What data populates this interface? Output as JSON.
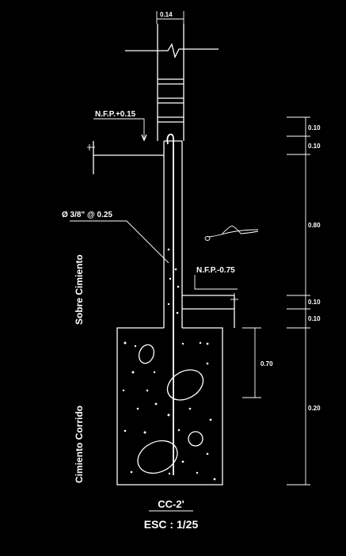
{
  "labels": {
    "wall_width": "0.14",
    "nfp_top": "N.F.P.+0.15",
    "rebar": "Ø 3/8\" @ 0.25",
    "nfp_bottom": "N.F.P.-0.75",
    "sobrecimiento": "Sobre Cimiento",
    "cimiento": "Cimiento Corrido",
    "footing_height": "0.70",
    "title": "CC-2'",
    "scale": "ESC : 1/25"
  },
  "dimensions": {
    "d1": "0.10",
    "d2": "0.10",
    "d3": "0.80",
    "d4": "0.10",
    "d5": "0.10",
    "d6": "0.20"
  }
}
